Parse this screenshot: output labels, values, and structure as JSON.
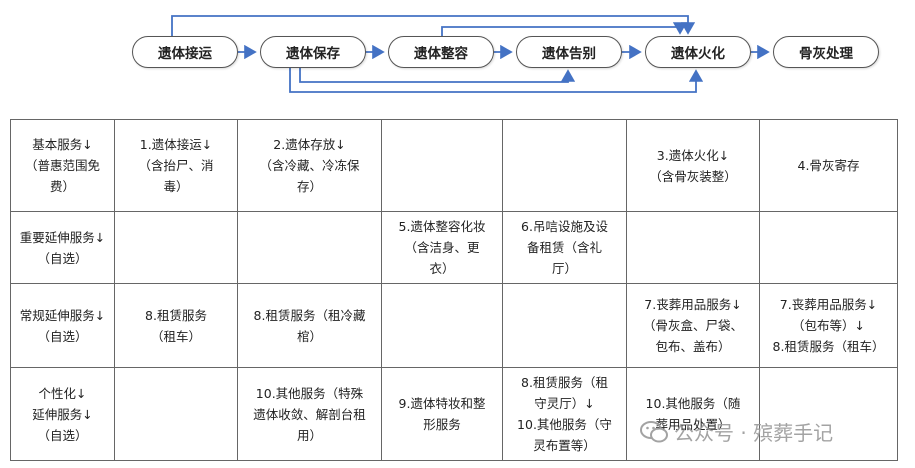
{
  "flow": {
    "steps": [
      "遗体接运",
      "遗体保存",
      "遗体整容",
      "遗体告别",
      "遗体火化",
      "骨灰处理"
    ],
    "line_color": "#4472c4"
  },
  "table": {
    "rows": [
      {
        "header": [
          "基本服务↓",
          "（普惠范围免",
          "费）"
        ],
        "cells": [
          [
            "1.遗体接运↓",
            "（含抬尸、消",
            "毒）"
          ],
          [
            "2.遗体存放↓",
            "（含冷藏、冷冻保",
            "存）"
          ],
          [],
          [],
          [
            "3.遗体火化↓",
            "（含骨灰装整）"
          ],
          [
            "4.骨灰寄存"
          ]
        ]
      },
      {
        "header": [
          "重要延伸服务↓",
          "（自选）"
        ],
        "cells": [
          [],
          [],
          [
            "5.遗体整容化妆",
            "（含洁身、更",
            "衣）"
          ],
          [
            "6.吊唁设施及设",
            "备租赁（含礼",
            "厅）"
          ],
          [],
          []
        ]
      },
      {
        "header": [
          "常规延伸服务↓",
          "（自选）"
        ],
        "cells": [
          [
            "8.租赁服务",
            "（租车）"
          ],
          [
            "8.租赁服务（租冷藏",
            "棺）"
          ],
          [],
          [],
          [
            "7.丧葬用品服务↓",
            "（骨灰盒、尸袋、",
            "包布、盖布）"
          ],
          [
            "7.丧葬用品服务↓",
            "（包布等）↓",
            "8.租赁服务（租车）"
          ]
        ]
      },
      {
        "header": [
          "个性化↓",
          "延伸服务↓",
          "（自选）"
        ],
        "cells": [
          [],
          [
            "10.其他服务（特殊",
            "遗体收敛、解剖台租",
            "用）"
          ],
          [
            "9.遗体特妆和整",
            "形服务"
          ],
          [
            "8.租赁服务（租",
            "守灵厅）↓",
            "10.其他服务（守",
            "灵布置等）"
          ],
          [
            "10.其他服务（随",
            "葬用品处置）"
          ],
          []
        ]
      }
    ]
  },
  "watermark": {
    "text": "公众号 · 殡葬手记"
  }
}
